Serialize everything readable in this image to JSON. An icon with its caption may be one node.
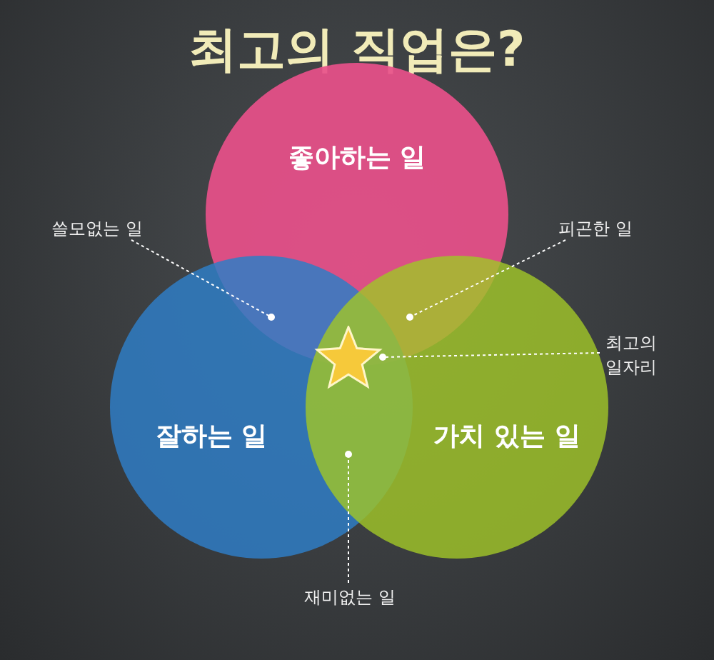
{
  "diagram": {
    "title": "최고의 직업은?",
    "nodes": [
      {
        "text": [
          "좋아하는 일"
        ]
      },
      {
        "text": [
          "쓸모없는 일"
        ]
      },
      {
        "text": [
          "피곤한 일"
        ]
      },
      {
        "text": [],
        "shape": "star"
      },
      {
        "text": [
          "최고의 일자리"
        ]
      },
      {
        "text": [
          "잘하는 일"
        ]
      },
      {
        "text": [
          "가치 있는 일"
        ]
      },
      {
        "text": [
          "재미없는 일"
        ]
      }
    ],
    "edges": [
      {
        "from": 1,
        "to": 0,
        "arrow": "other",
        "style": "dashed"
      },
      {
        "from": 2,
        "to": 0,
        "arrow": "other",
        "style": "dashed"
      },
      {
        "from": 4,
        "to": 3,
        "arrow": "other",
        "style": "dashed"
      },
      {
        "from": 7,
        "to": 5,
        "arrow": "other",
        "style": "dashed"
      }
    ]
  }
}
